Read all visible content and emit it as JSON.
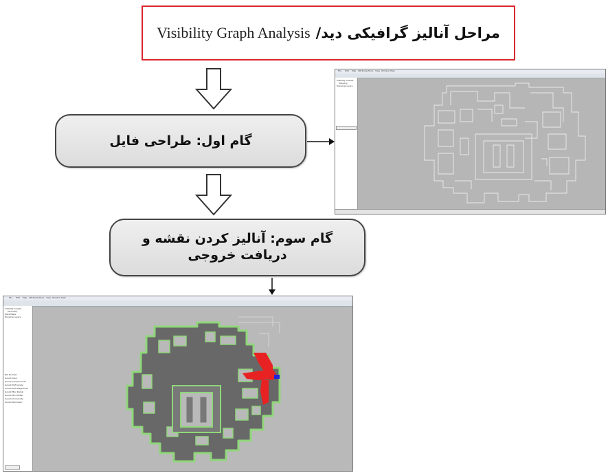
{
  "title": {
    "persian": "مراحل آنالیز گرافیکی دید/",
    "english": "Visibility Graph Analysis"
  },
  "steps": [
    {
      "label": "گام اول: طراحی فایل"
    },
    {
      "label": "گام سوم: آنالیز کردن نقشه و دریافت خروجی"
    }
  ],
  "screenshot1": {
    "menu": [
      "File",
      "Edit",
      "Map",
      "Attributes",
      "Tools",
      "View",
      "Window",
      "Help"
    ],
    "tree": [
      "Visibility Graphs",
      "Drawing",
      "Drawing Layers"
    ],
    "colors": {
      "background": "#b6b6b6",
      "lines": "#e8e8e8"
    }
  },
  "screenshot2": {
    "menu": [
      "File",
      "Edit",
      "Map",
      "Attributes",
      "Tools",
      "View",
      "Window",
      "Help"
    ],
    "tree": [
      "Visibility Graphs",
      "VGA Map",
      "Data Maps",
      "Drawing Layers"
    ],
    "attributes": [
      "Ref Number",
      "Isovist Area",
      "Isovist Compactness",
      "Isovist Drift Angle",
      "Isovist Drift Magnitude",
      "Isovist Max Radial",
      "Isovist Min Radial",
      "Isovist Occlusivity",
      "Isovist Perimeter"
    ],
    "colors": {
      "floor": "#686868",
      "edge": "#8fd67a",
      "highlight": "#e82222",
      "marker": "#2222dd",
      "background": "#b9b9b9"
    }
  }
}
